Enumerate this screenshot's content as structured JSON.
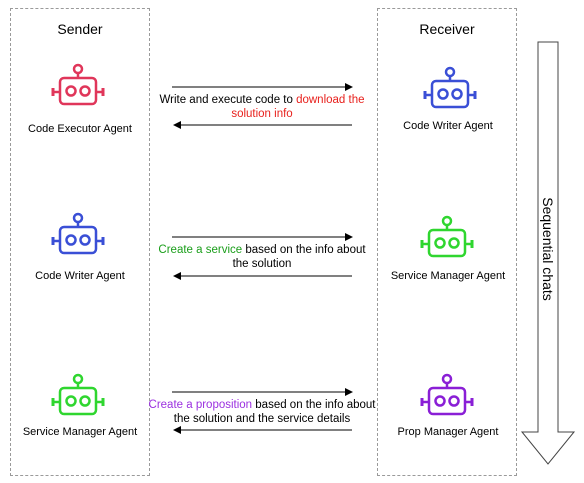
{
  "columns": {
    "sender": "Sender",
    "receiver": "Receiver"
  },
  "rows": [
    {
      "sender_agent": "Code Executor Agent",
      "sender_color": "#e0365a",
      "receiver_agent": "Code Writer Agent",
      "receiver_color": "#3a4fd6",
      "message": {
        "before": "Write and execute code to ",
        "highlight": "download the solution info",
        "after": "",
        "highlight_color": "#e8211d"
      }
    },
    {
      "sender_agent": "Code Writer Agent",
      "sender_color": "#3a4fd6",
      "receiver_agent": "Service Manager Agent",
      "receiver_color": "#2fd62f",
      "message": {
        "before": "",
        "highlight": "Create a service",
        "after": " based on the info about the solution",
        "highlight_color": "#1a9e1a"
      }
    },
    {
      "sender_agent": "Service Manager Agent",
      "sender_color": "#2fd62f",
      "receiver_agent": "Prop Manager Agent",
      "receiver_color": "#8a1fd6",
      "message": {
        "before": "",
        "highlight": "Create a proposition",
        "after": " based on the info about the solution and the service details",
        "highlight_color": "#9b30e0"
      }
    }
  ],
  "sequence_label": "Sequential chats"
}
